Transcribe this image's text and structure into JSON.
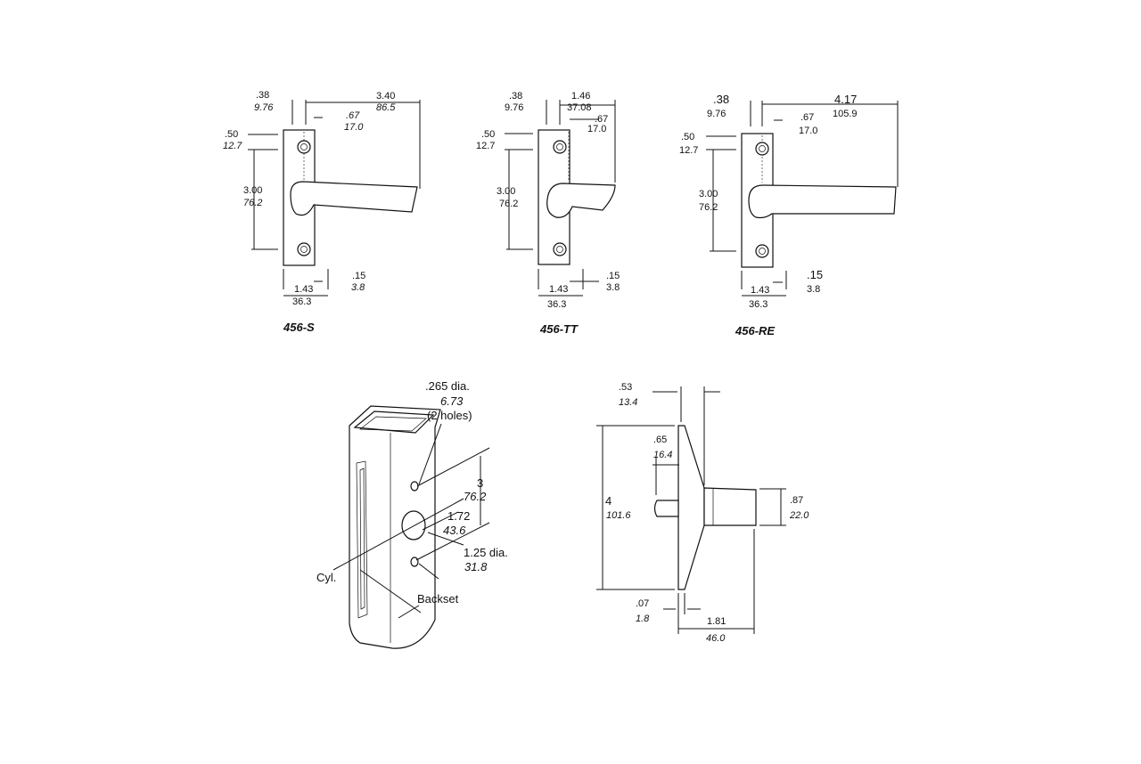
{
  "views": {
    "s": {
      "model": "456-S",
      "d1_in": ".38",
      "d1_mm": "9.76",
      "d2_in": "3.40",
      "d2_mm": "86.5",
      "d3_in": ".67",
      "d3_mm": "17.0",
      "d4_in": ".50",
      "d4_mm": "12.7",
      "d5_in": "3.00",
      "d5_mm": "76.2",
      "d6_in": ".15",
      "d6_mm": "3.8",
      "d7_in": "1.43",
      "d7_mm": "36.3"
    },
    "tt": {
      "model": "456-TT",
      "d1_in": ".38",
      "d1_mm": "9.76",
      "d2_in": "1.46",
      "d2_mm": "37.08",
      "d3_in": ".67",
      "d3_mm": "17.0",
      "d4_in": ".50",
      "d4_mm": "12.7",
      "d5_in": "3.00",
      "d5_mm": "76.2",
      "d6_in": ".15",
      "d6_mm": "3.8",
      "d7_in": "1.43",
      "d7_mm": "36.3"
    },
    "re": {
      "model": "456-RE",
      "d1_in": ".38",
      "d1_mm": "9.76",
      "d2_in": "4.17",
      "d2_mm": "105.9",
      "d3_in": ".67",
      "d3_mm": "17.0",
      "d4_in": ".50",
      "d4_mm": "12.7",
      "d5_in": "3.00",
      "d5_mm": "76.2",
      "d6_in": ".15",
      "d6_mm": "3.8",
      "d7_in": "1.43",
      "d7_mm": "36.3"
    }
  },
  "prep": {
    "hole_dia_in": ".265 dia.",
    "hole_dia_mm": "6.73",
    "hole_note": "(2 holes)",
    "span_in": "3",
    "span_mm": "76.2",
    "cyl_off_in": "1.72",
    "cyl_off_mm": "43.6",
    "cyl_dia_in": "1.25 dia.",
    "cyl_dia_mm": "31.8",
    "label_cyl": "Cyl.",
    "label_backset": "Backset"
  },
  "side": {
    "top_in": ".53",
    "top_mm": "13.4",
    "stem_in": ".65",
    "stem_mm": "16.4",
    "height_in": "4",
    "height_mm": "101.6",
    "hub_in": ".87",
    "hub_mm": "22.0",
    "plate_in": ".07",
    "plate_mm": "1.8",
    "proj_in": "1.81",
    "proj_mm": "46.0"
  }
}
